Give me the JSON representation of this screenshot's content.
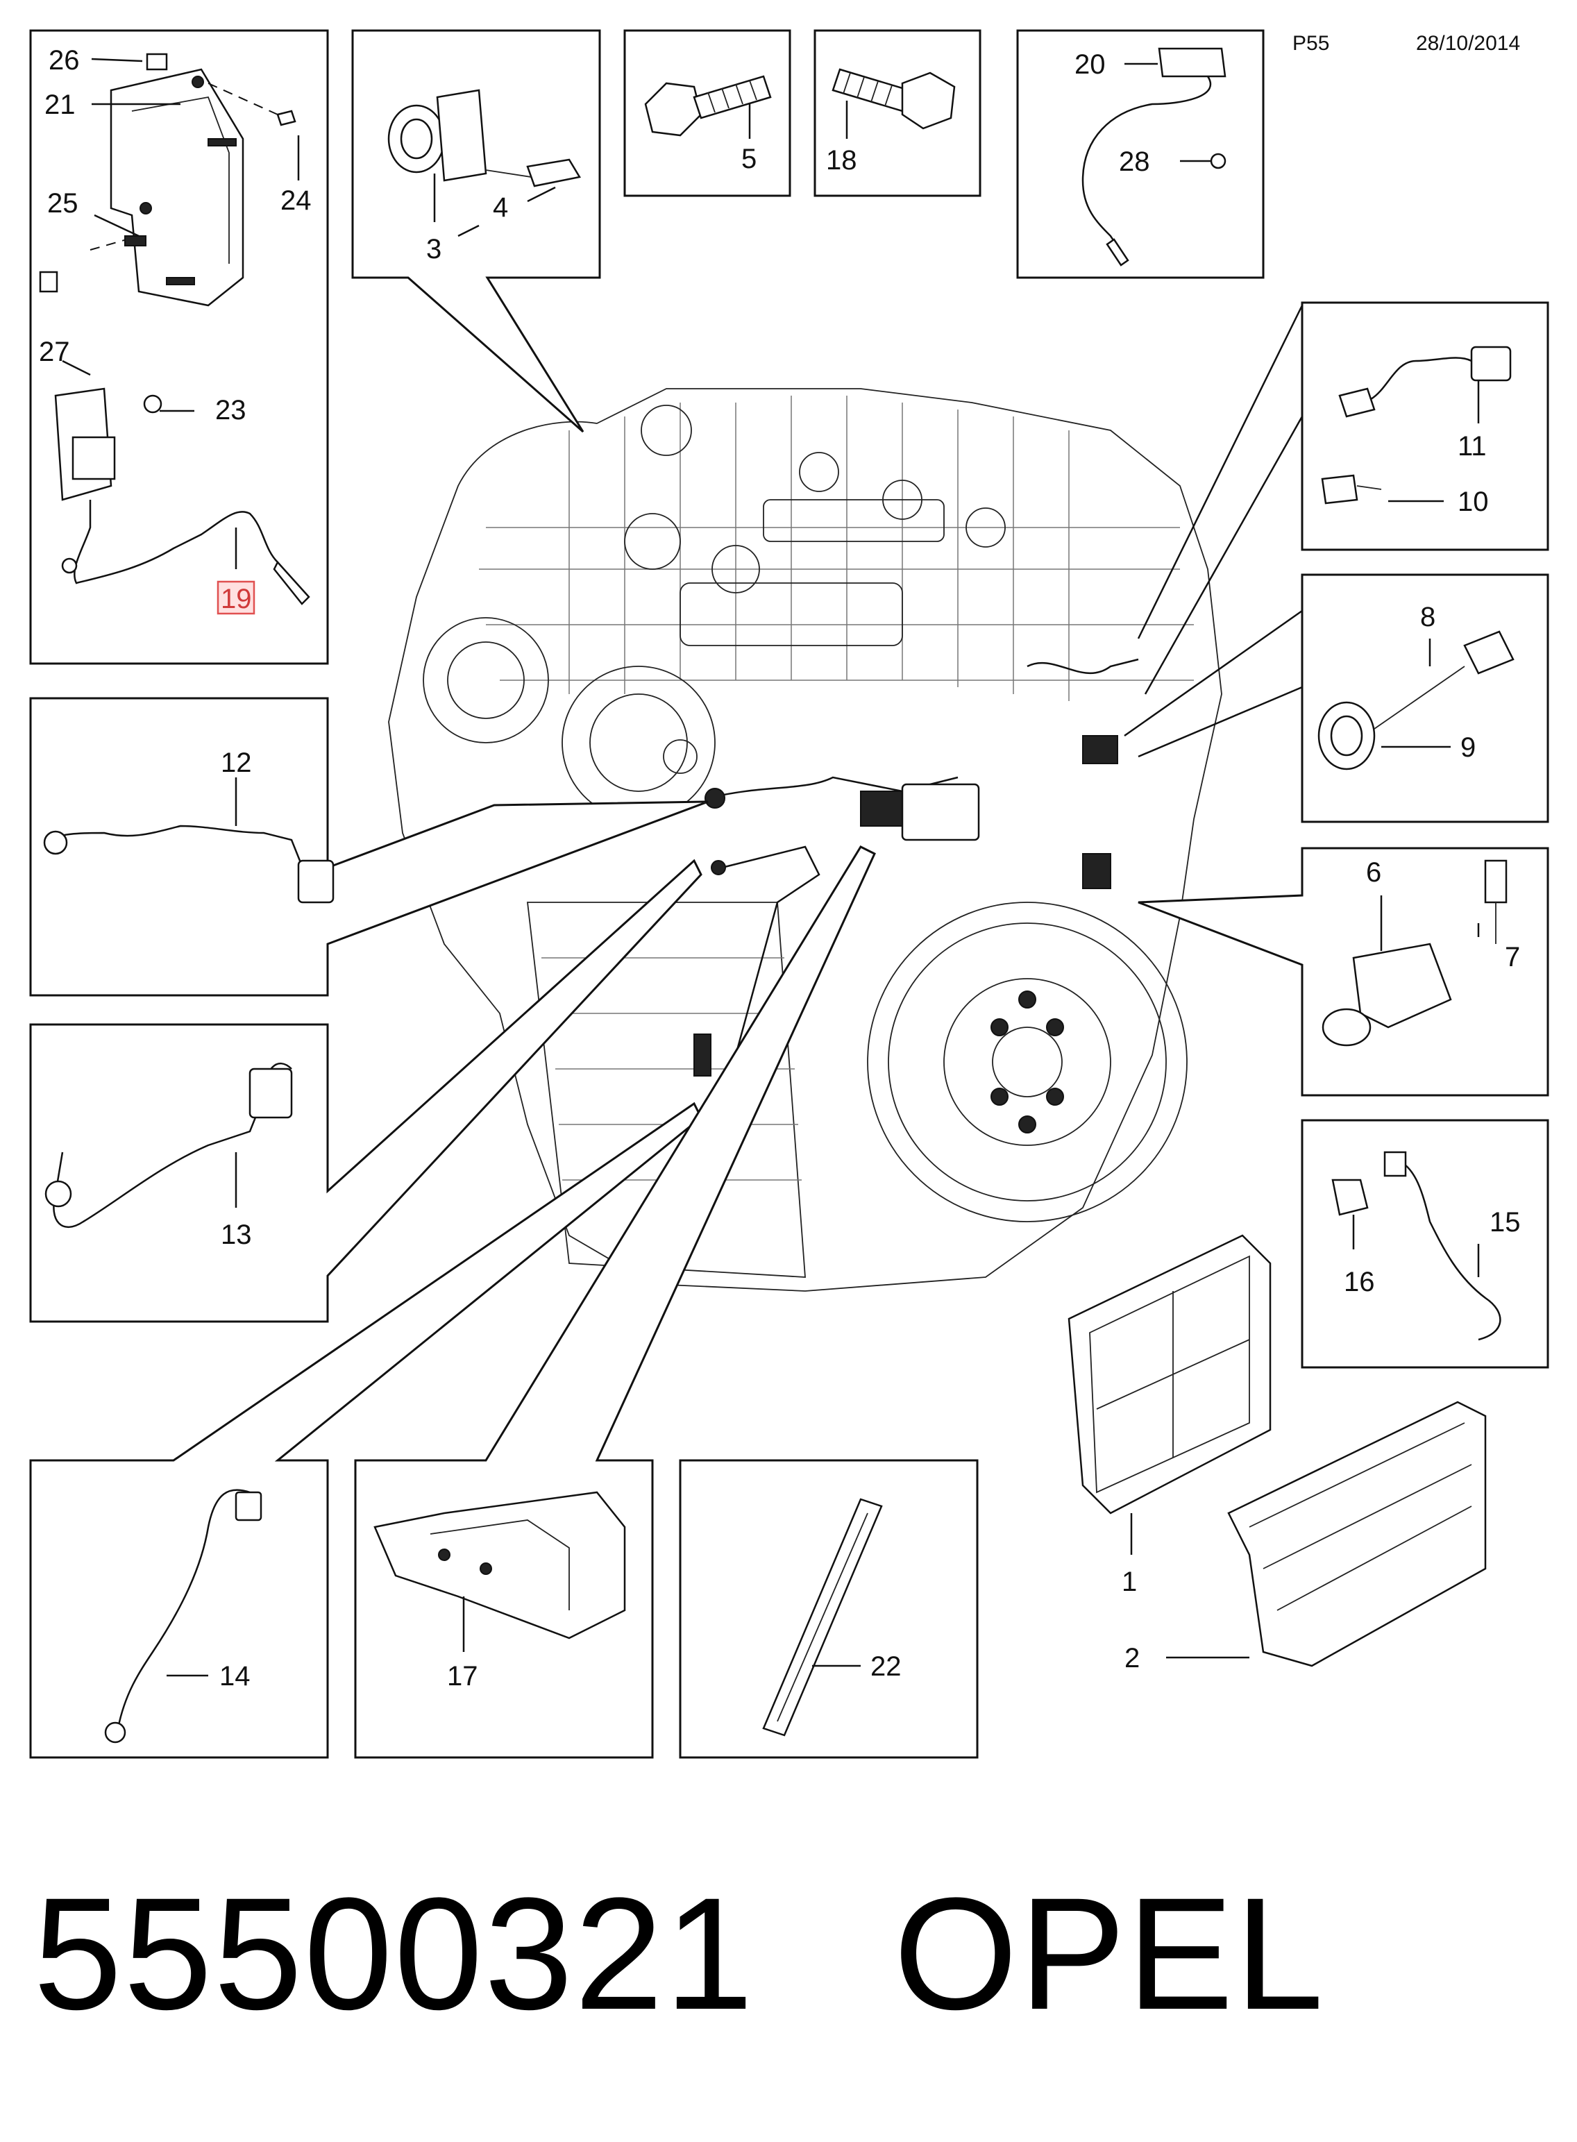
{
  "header": {
    "page_code": "P55",
    "date": "28/10/2014"
  },
  "callouts": {
    "c1": "1",
    "c2": "2",
    "c3": "3",
    "c4": "4",
    "c5": "5",
    "c6": "6",
    "c7": "7",
    "c8": "8",
    "c9": "9",
    "c10": "10",
    "c11": "11",
    "c12": "12",
    "c13": "13",
    "c14": "14",
    "c15": "15",
    "c16": "16",
    "c17": "17",
    "c18": "18",
    "c19": "19",
    "c20": "20",
    "c21": "21",
    "c22": "22",
    "c23": "23",
    "c24": "24",
    "c25": "25",
    "c26": "26",
    "c27": "27",
    "c28": "28"
  },
  "highlight": {
    "part": "19",
    "color": "#e05050"
  },
  "footer": {
    "part_number": "55500321",
    "brand": "OPEL"
  }
}
